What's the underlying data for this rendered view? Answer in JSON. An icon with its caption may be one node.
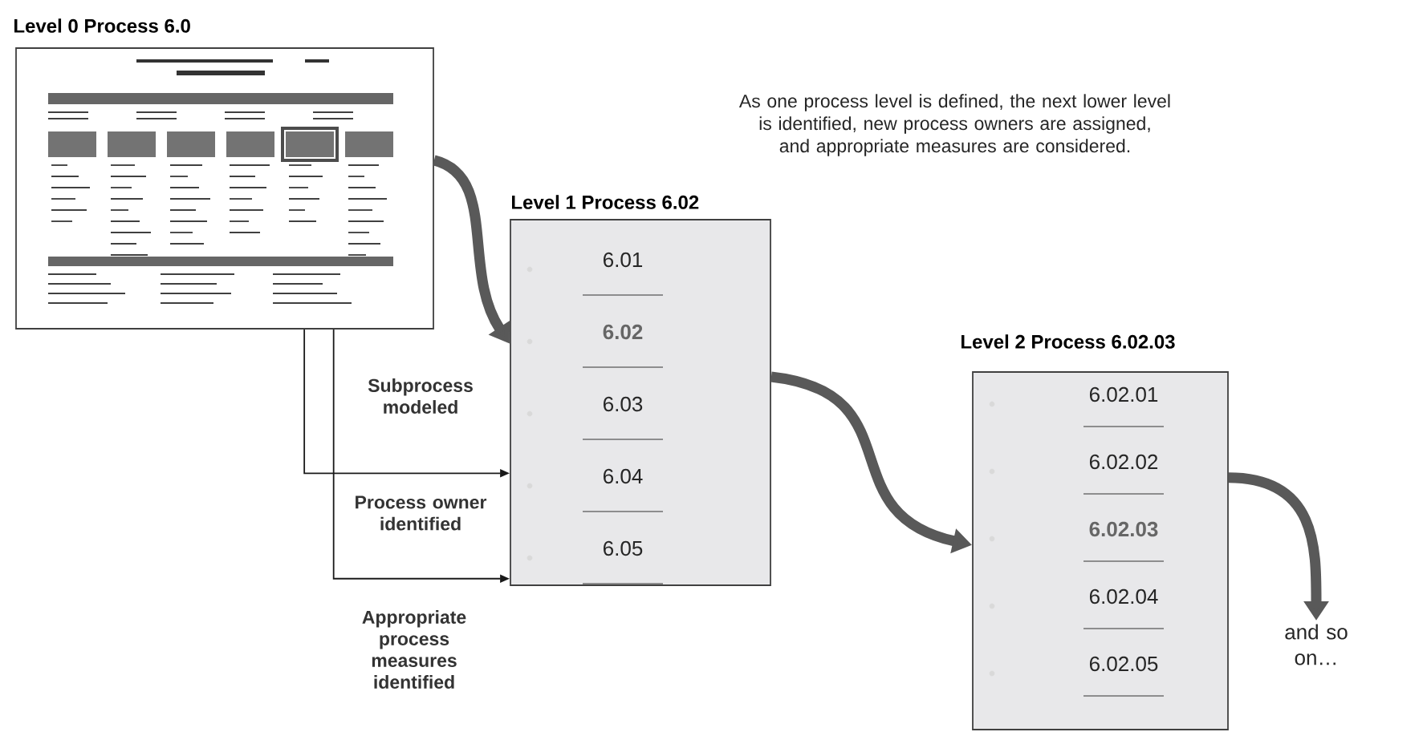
{
  "diagram": {
    "caption": "As one process level is defined, the next lower level is identified, new process owners are assigned, and appropriate measures are considered.",
    "nodes": [
      {
        "text": [
          "Level 0 Process 6.0"
        ]
      },
      {
        "text": [
          "Level 1 Process 6.02",
          "6.01",
          "6.02",
          "6.03",
          "6.04",
          "6.05"
        ]
      },
      {
        "text": [
          "Level 2 Process 6.02.03",
          "6.02.01",
          "6.02.02",
          "6.02.03",
          "6.02.04",
          "6.02.05"
        ]
      },
      {
        "text": [
          "and so on…"
        ]
      }
    ],
    "edges": [
      {
        "from": 0,
        "to": 1,
        "arrow": "to",
        "label": "Subprocess modeled"
      },
      {
        "from": 0,
        "to": 1,
        "arrow": "to",
        "color": "#1a1a1a",
        "label": "Process owner identified"
      },
      {
        "from": 0,
        "to": 1,
        "arrow": "to",
        "color": "#1a1a1a",
        "label": "Appropriate process measures identified"
      },
      {
        "from": 1,
        "to": 2,
        "arrow": "to"
      },
      {
        "from": 2,
        "to": 3,
        "arrow": "to"
      }
    ]
  }
}
